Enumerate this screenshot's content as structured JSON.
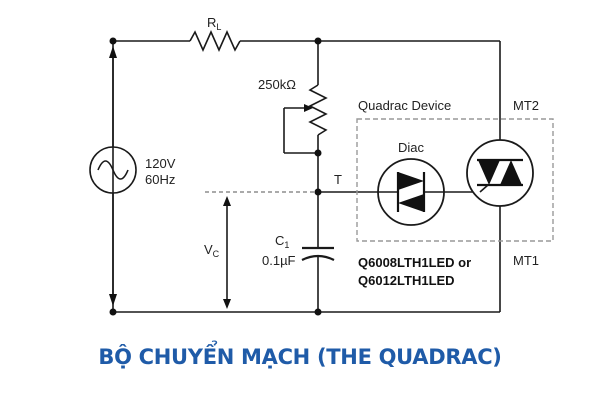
{
  "labels": {
    "resistor": "R",
    "resistor_sub": "L",
    "potentiometer": "250kΩ",
    "source_voltage": "120V",
    "source_freq": "60Hz",
    "quadrac_device": "Quadrac Device",
    "diac": "Diac",
    "mt2": "MT2",
    "mt1": "MT1",
    "gate": "T",
    "vc": "V",
    "vc_sub": "C",
    "capacitor": "C",
    "capacitor_sub": "1",
    "capacitor_value": "0.1µF",
    "part1": "Q6008LTH1LED or",
    "part2": "Q6012LTH1LED"
  },
  "caption": "BỘ CHUYỂN MẠCH (THE QUADRAC)",
  "colors": {
    "caption": "#1f5ba8",
    "wire": "#1a1a1a",
    "box_dash": "#999999"
  }
}
